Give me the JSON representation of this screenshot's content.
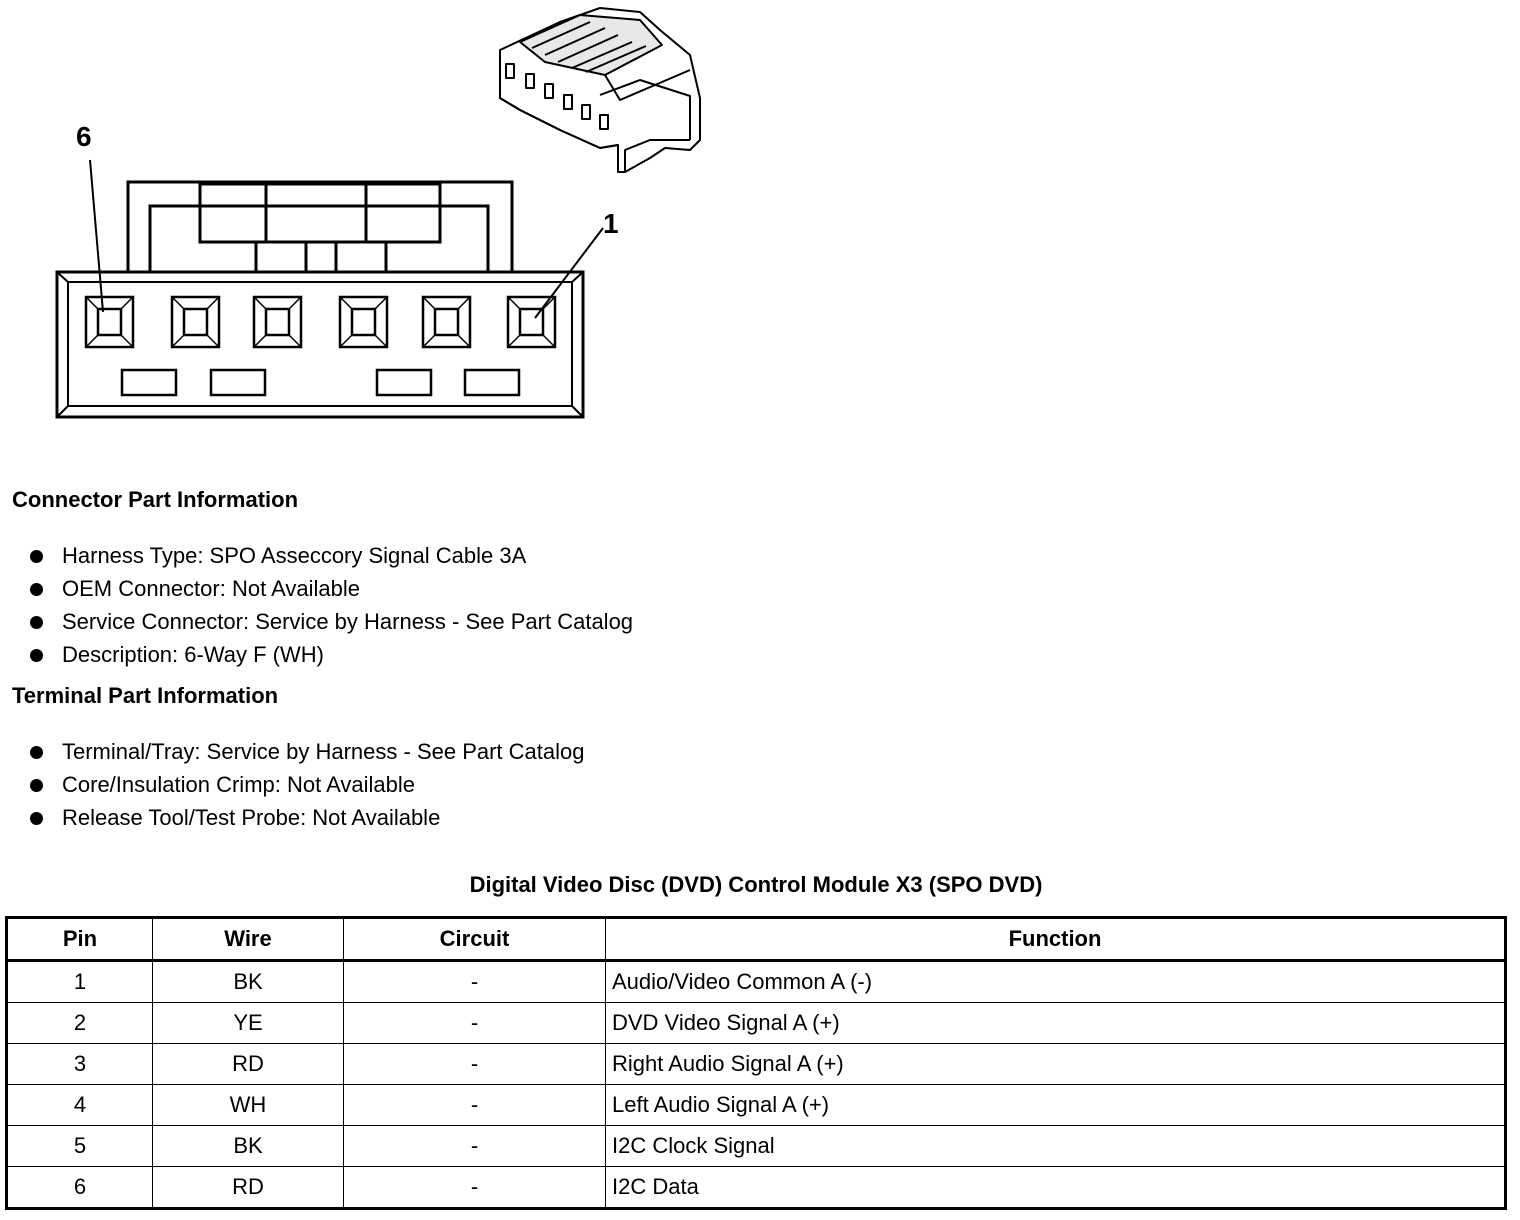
{
  "diagram": {
    "pin_label_left": "6",
    "pin_label_right": "1"
  },
  "connector_info": {
    "heading": "Connector Part Information",
    "items": [
      "Harness Type: SPO Asseccory Signal Cable 3A",
      "OEM Connector: Not Available",
      "Service Connector: Service by Harness - See Part Catalog",
      "Description: 6-Way F (WH)"
    ]
  },
  "terminal_info": {
    "heading": "Terminal Part Information",
    "items": [
      "Terminal/Tray: Service by Harness - See Part Catalog",
      "Core/Insulation Crimp: Not Available",
      "Release Tool/Test Probe: Not Available"
    ]
  },
  "pin_table": {
    "title": "Digital Video Disc (DVD) Control Module X3 (SPO DVD)",
    "headers": [
      "Pin",
      "Wire",
      "Circuit",
      "Function"
    ],
    "rows": [
      [
        "1",
        "BK",
        "-",
        "Audio/Video Common A (-)"
      ],
      [
        "2",
        "YE",
        "-",
        "DVD Video Signal A (+)"
      ],
      [
        "3",
        "RD",
        "-",
        "Right Audio Signal A (+)"
      ],
      [
        "4",
        "WH",
        "-",
        "Left Audio Signal A (+)"
      ],
      [
        "5",
        "BK",
        "-",
        "I2C Clock Signal"
      ],
      [
        "6",
        "RD",
        "-",
        "I2C Data"
      ]
    ]
  }
}
